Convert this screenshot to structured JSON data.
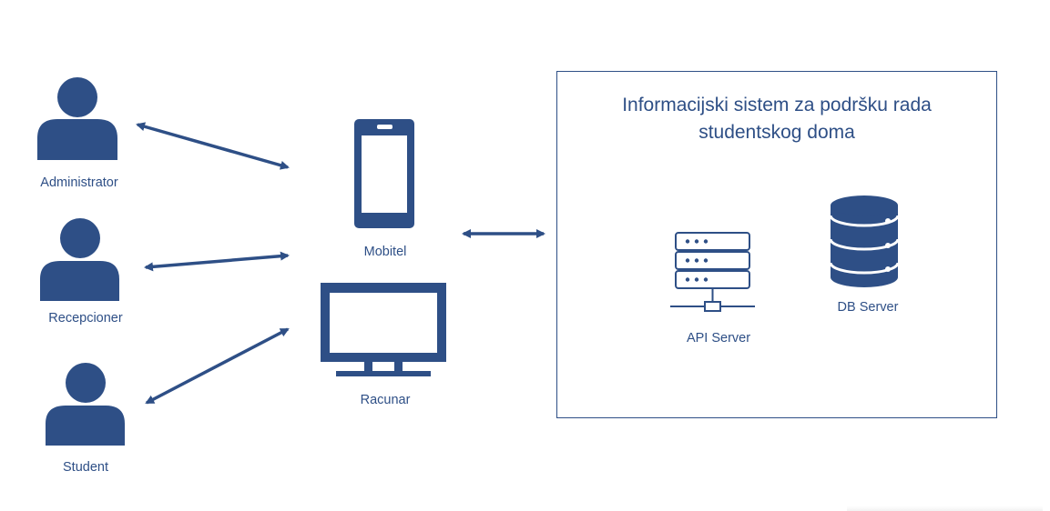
{
  "actors": {
    "administrator": "Administrator",
    "recepcioner": "Recepcioner",
    "student": "Student"
  },
  "devices": {
    "mobile": "Mobitel",
    "computer": "Racunar"
  },
  "system": {
    "title_line1": "Informacijski sistem za podršku rada",
    "title_line2": "studentskog doma",
    "api_server": "API Server",
    "db_server": "DB Server"
  },
  "colors": {
    "primary": "#2e4f86"
  },
  "icons": [
    "person-icon",
    "mobile-phone-icon",
    "monitor-icon",
    "server-rack-icon",
    "database-icon"
  ]
}
